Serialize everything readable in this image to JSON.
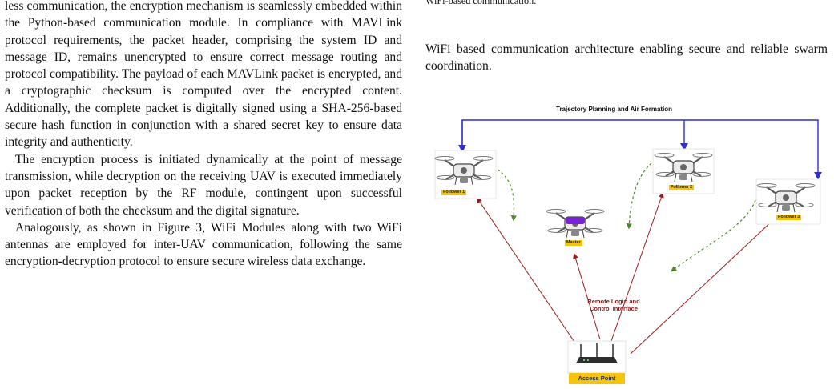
{
  "left_column": {
    "paragraphs": [
      "less communication, the encryption mechanism is seamlessly embedded within the Python-based communication module. In compliance with MAVLink protocol requirements, the packet header, comprising the system ID and message ID, remains unencrypted to ensure correct message routing and protocol compatibility. The payload of each MAVLink packet is encrypted, and a cryptographic checksum is computed over the encrypted content. Additionally, the complete packet is digitally signed using a SHA-256-based secure hash function in conjunction with a shared secret key to ensure data integrity and authenticity.",
      "The encryption process is initiated dynamically at the point of message transmission, while decryption on the receiving UAV is executed immediately upon packet reception by the RF module, contingent upon successful verification of both the checksum and the digital signature.",
      "Analogously, as shown in Figure 3, WiFi Modules along with two WiFi antennas are employed for inter-UAV communication, following the same encryption-decryption protocol to ensure secure wireless data exchange."
    ]
  },
  "right_column": {
    "caption_top": "WiFi-based communication.",
    "caption_main": "WiFi based communication architecture enabling secure and reliable swarm coordination."
  },
  "figure": {
    "title": "Trajectory Planning and Air Formation",
    "drones": [
      {
        "label": "Follower 1"
      },
      {
        "label": "Master"
      },
      {
        "label": "Follower 2"
      },
      {
        "label": "Follower 3"
      }
    ],
    "remote_label": "Remote Login and Control Interface",
    "access_point_label": "Access Point",
    "colors": {
      "formation_line": "#2d2fd2",
      "control_line": "#9b1c1c",
      "dashed_link": "#4a8a1e",
      "label_bg": "#f4c40f",
      "master_accent": "#7a22d6"
    }
  }
}
